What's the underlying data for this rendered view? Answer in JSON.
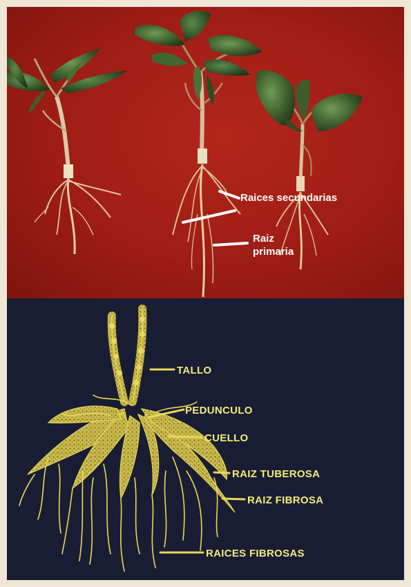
{
  "photo_panel": {
    "labels": {
      "secondary_roots": "Raices secundarias",
      "primary_root_line1": "Raiz",
      "primary_root_line2": "primaria"
    }
  },
  "diagram_panel": {
    "labels": {
      "stem": "TALLO",
      "peduncle": "PEDUNCULO",
      "neck": "CUELLO",
      "tuberous_root": "RAIZ TUBEROSA",
      "fibrous_root": "RAIZ FIBROSA",
      "fibrous_roots": "RAICES FIBROSAS"
    }
  },
  "colors": {
    "photo_background": "#9e1d14",
    "diagram_background": "#191d33",
    "diagram_ink": "#e8d95a",
    "frame": "#efe6d6"
  }
}
